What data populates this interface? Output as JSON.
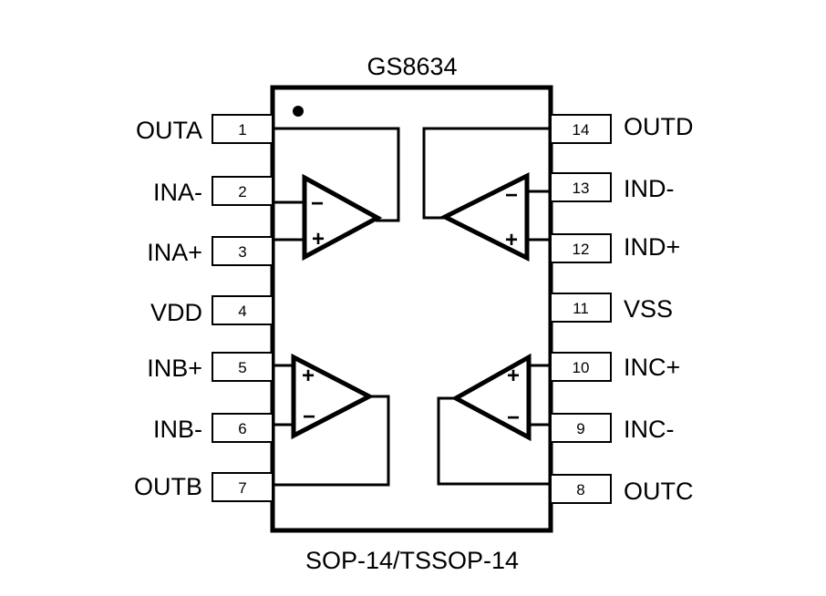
{
  "chip": {
    "name": "GS8634",
    "package": "SOP-14/TSSOP-14"
  },
  "pins_left": [
    {
      "number": "1",
      "label": "OUTA"
    },
    {
      "number": "2",
      "label": "INA-"
    },
    {
      "number": "3",
      "label": "INA+"
    },
    {
      "number": "4",
      "label": "VDD"
    },
    {
      "number": "5",
      "label": "INB+"
    },
    {
      "number": "6",
      "label": "INB-"
    },
    {
      "number": "7",
      "label": "OUTB"
    }
  ],
  "pins_right": [
    {
      "number": "14",
      "label": "OUTD"
    },
    {
      "number": "13",
      "label": "IND-"
    },
    {
      "number": "12",
      "label": "IND+"
    },
    {
      "number": "11",
      "label": "VSS"
    },
    {
      "number": "10",
      "label": "INC+"
    },
    {
      "number": "9",
      "label": "INC-"
    },
    {
      "number": "8",
      "label": "OUTC"
    }
  ],
  "amp_symbols": {
    "plus": "+",
    "minus": "−"
  }
}
